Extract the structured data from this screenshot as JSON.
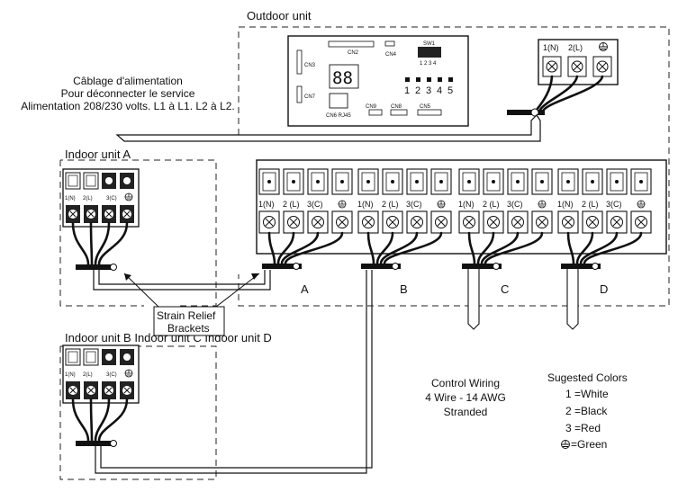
{
  "labels": {
    "outdoor_unit": "Outdoor unit",
    "power_line1": "Câblage d'alimentation",
    "power_line2": "Pour déconnecter le service",
    "power_line3": "Alimentation 208/230 volts. L1 à L1. L2 à L2.",
    "indoor_a": "Indoor unit A",
    "indoor_bcd": "Indoor unit B Indoor unit C Indoor unit D",
    "strain_relief1": "Strain Relief",
    "strain_relief2": "Brackets",
    "control_wiring1": "Control Wiring",
    "control_wiring2": "4 Wire - 14 AWG",
    "control_wiring3": "Stranded"
  },
  "board": {
    "cn2": "CN2",
    "cn3": "CN3",
    "cn4": "CN4",
    "cn7": "CN7",
    "cn9": "CN9",
    "cn8": "CN8",
    "cn5": "CN5",
    "cn6": "CN6 RJ45",
    "sw1": "SW1",
    "switch_nums": "1 2 3 4",
    "leds": [
      "1",
      "2",
      "3",
      "4",
      "5"
    ]
  },
  "colors_legend": {
    "title": "Sugested Colors",
    "items": [
      "1 =White",
      "2 =Black",
      "3 =Red",
      "=Green"
    ]
  },
  "terminals": {
    "outdoor_supply": [
      "1(N)",
      "2(L)"
    ],
    "group": [
      "1(N)",
      "2 (L)",
      "3(C)"
    ],
    "indoor": [
      "1(N)",
      "2(L)",
      "3(C)"
    ]
  },
  "groups": [
    "A",
    "B",
    "C",
    "D"
  ]
}
